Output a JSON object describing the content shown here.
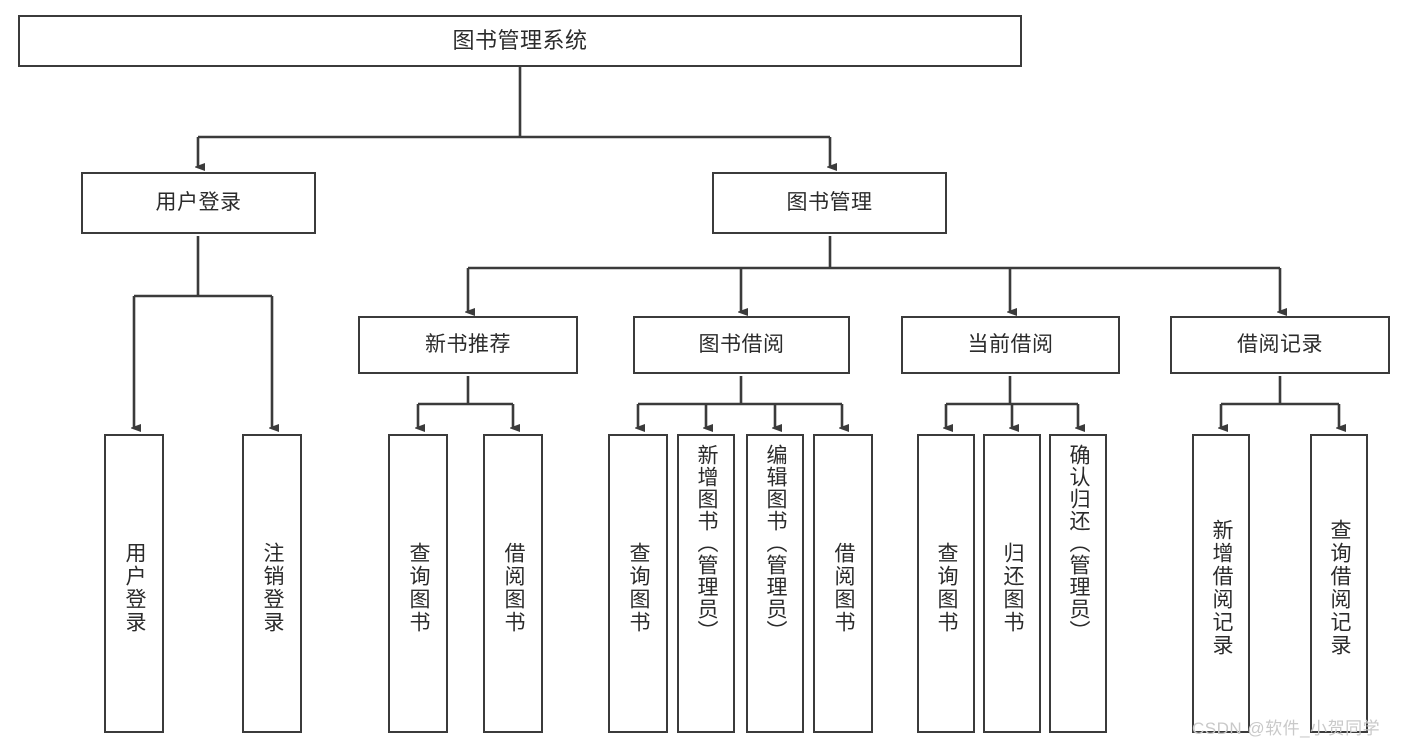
{
  "diagram": {
    "title": "图书管理系统",
    "type": "tree",
    "watermark": "CSDN @软件_小贺同学",
    "colors": {
      "box_border": "#3b3b3b",
      "box_fill": "#ffffff",
      "line": "#3b3b3b",
      "text": "#2b2b2b",
      "watermark": "#c9c9c9",
      "background": "#ffffff"
    },
    "levels": {
      "root": "图书管理系统",
      "level2": [
        "用户登录",
        "图书管理"
      ],
      "level3": [
        "新书推荐",
        "图书借阅",
        "当前借阅",
        "借阅记录"
      ]
    },
    "nodes": {
      "root": {
        "label": "图书管理系统"
      },
      "user_login": {
        "label": "用户登录"
      },
      "book_manage": {
        "label": "图书管理"
      },
      "new_book_rec": {
        "label": "新书推荐"
      },
      "book_borrow": {
        "label": "图书借阅"
      },
      "current_borrow": {
        "label": "当前借阅"
      },
      "borrow_record": {
        "label": "借阅记录"
      }
    },
    "leaves": {
      "user_login": [
        {
          "label": "用户登录"
        },
        {
          "label": "注销登录"
        }
      ],
      "new_book_rec": [
        {
          "label": "查询图书"
        },
        {
          "label": "借阅图书"
        }
      ],
      "book_borrow": [
        {
          "label": "查询图书"
        },
        {
          "label": "新增图书（管理员）"
        },
        {
          "label": "编辑图书（管理员）"
        },
        {
          "label": "借阅图书"
        }
      ],
      "current_borrow": [
        {
          "label": "查询图书"
        },
        {
          "label": "归还图书"
        },
        {
          "label": "确认归还（管理员）"
        }
      ],
      "borrow_record": [
        {
          "label": "新增借阅记录"
        },
        {
          "label": "查询借阅记录"
        }
      ]
    }
  }
}
